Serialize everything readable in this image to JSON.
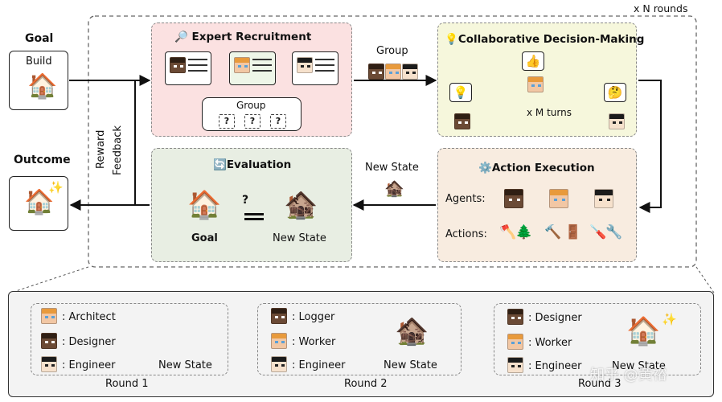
{
  "outer_loop_label": "x N rounds",
  "goal": {
    "title": "Goal",
    "label": "Build"
  },
  "outcome": {
    "title": "Outcome"
  },
  "feedback": {
    "line1": "Reward",
    "line2": "Feedback"
  },
  "expert_recruitment": {
    "title": "Expert Recruitment",
    "group_label": "Group"
  },
  "group_arrow_label": "Group",
  "collaborative": {
    "title": "Collaborative Decision-Making",
    "turns_label": "x M turns"
  },
  "action_execution": {
    "title": "Action Execution",
    "agents_label": "Agents:",
    "actions_label": "Actions:"
  },
  "new_state_arrow_label": "New State",
  "evaluation": {
    "title": "Evaluation",
    "goal_label": "Goal",
    "new_state_label": "New State",
    "compare_symbol": "?"
  },
  "rounds": [
    {
      "caption": "Round 1",
      "roles": [
        ": Architect",
        ": Designer",
        ": Engineer"
      ],
      "state_label": "New State"
    },
    {
      "caption": "Round 2",
      "roles": [
        ": Logger",
        ": Worker",
        ": Engineer"
      ],
      "state_label": "New State"
    },
    {
      "caption": "Round 3",
      "roles": [
        ": Designer",
        ": Worker",
        ": Engineer"
      ],
      "state_label": "New State"
    }
  ],
  "watermark": "知乎 @黄裕",
  "colors": {
    "recruit_bg": "#fbe1e1",
    "collab_bg": "#f6f7dc",
    "eval_bg": "#e8eee3",
    "action_bg": "#f8ece0",
    "rounds_bg": "#f3f3f3"
  }
}
